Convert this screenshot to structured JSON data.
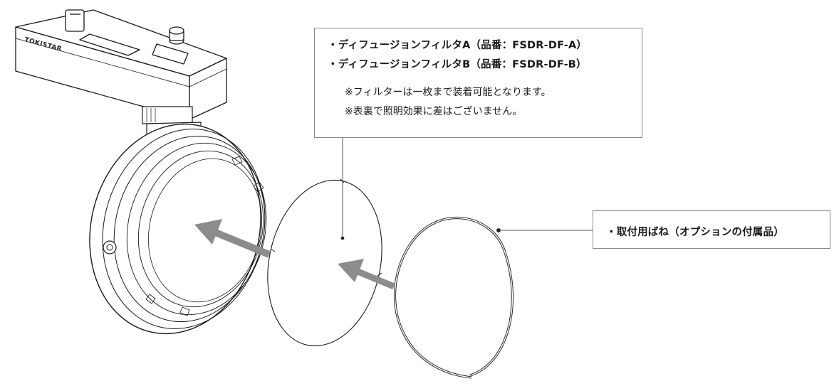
{
  "filter_callout": {
    "bullets": [
      "・ディフュージョンフィルタA（品番：FSDR-DF-A）",
      "・ディフュージョンフィルタB（品番：FSDR-DF-B）"
    ],
    "notes": [
      "※フィルターは一枚まで装着可能となります。",
      "※表裏で照明効果に差はございません。"
    ]
  },
  "spring_callout": {
    "label": "・取付用ばね（オプションの付属品）"
  },
  "fixture": {
    "brand": "TOKISTAR"
  },
  "colors": {
    "arrow": "#8c8c8c",
    "line": "#1a1a1a",
    "callout_border": "#8a8a8a"
  }
}
